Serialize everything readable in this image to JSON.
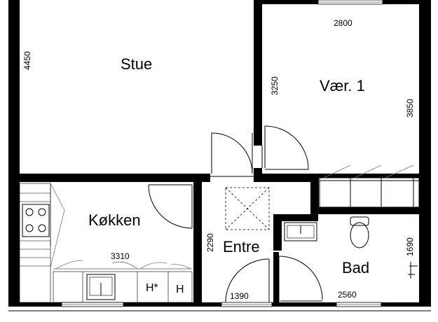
{
  "rooms": {
    "stue": "Stue",
    "vaer1": "Vær. 1",
    "kokken": "Køkken",
    "entre": "Entre",
    "bad": "Bad"
  },
  "dimensions": {
    "stue_height": "4450",
    "vaer1_width": "2800",
    "vaer1_left": "3250",
    "vaer1_right": "3850",
    "kokken_width": "3310",
    "entre_height": "2290",
    "entre_width": "1390",
    "bad_width": "2560",
    "bad_height": "1690"
  },
  "appliances": {
    "h_star": "H*",
    "h": "H"
  }
}
